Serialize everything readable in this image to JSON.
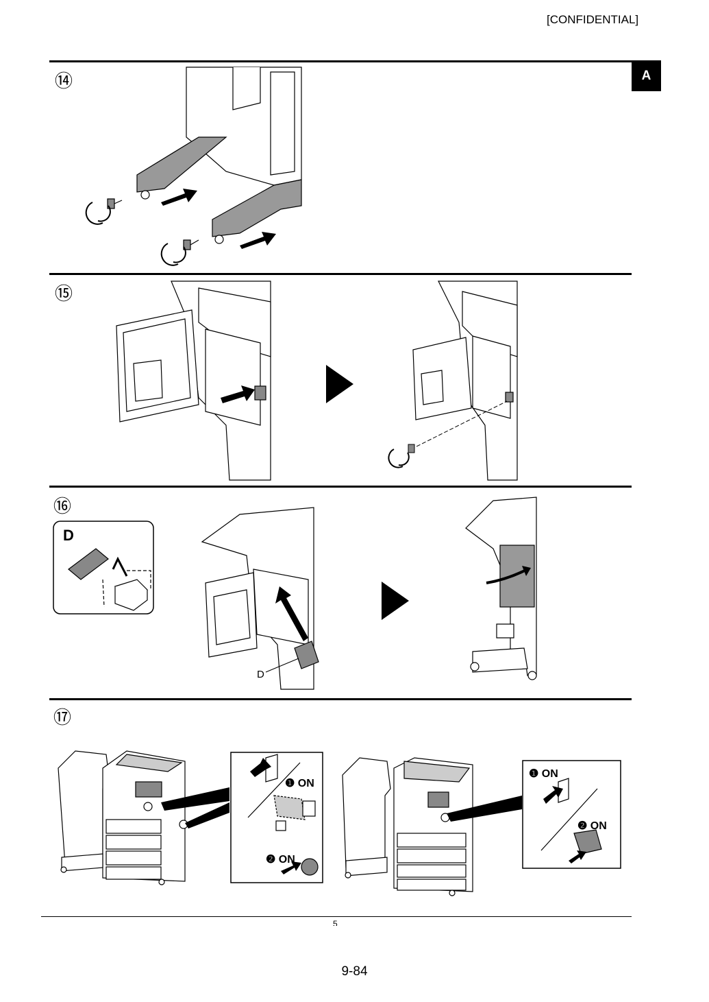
{
  "header": {
    "confidential": "[CONFIDENTIAL]",
    "section_tab": "A"
  },
  "steps": [
    {
      "number": "⑭"
    },
    {
      "number": "⑮"
    },
    {
      "number": "⑯",
      "callout_letter": "D",
      "part_label": "D"
    },
    {
      "number": "⑰",
      "inset1": {
        "on1": "❶ ON",
        "on2": "❷ ON"
      },
      "inset2": {
        "on1": "❶ ON",
        "on2": "❷ ON"
      }
    }
  ],
  "footer": {
    "small_mark": "5",
    "page_number": "9-84"
  }
}
